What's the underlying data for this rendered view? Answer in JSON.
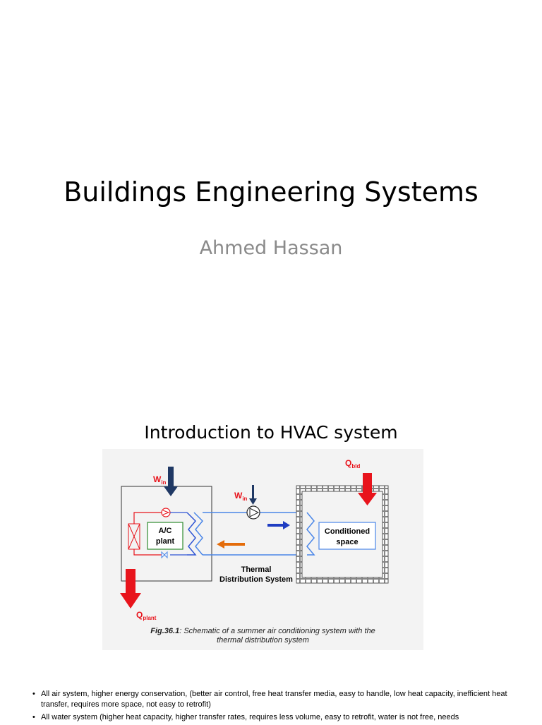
{
  "slide1": {
    "title": "Buildings Engineering Systems",
    "subtitle": "Ahmed Hassan"
  },
  "slide2": {
    "title": "Introduction to HVAC system",
    "figure": {
      "labels": {
        "w_in_left": "W",
        "w_in_left_sub": "in",
        "w_in_mid": "W",
        "w_in_mid_sub": "in",
        "q_bld": "Q",
        "q_bld_sub": "bld",
        "q_plant": "Q",
        "q_plant_sub": "plant",
        "ac_plant_line1": "A/C",
        "ac_plant_line2": "plant",
        "conditioned_line1": "Conditioned",
        "conditioned_line2": "space",
        "thermal_line1": "Thermal",
        "thermal_line2": "Distribution System"
      },
      "caption_bold": "Fig.36.1",
      "caption_rest": ": Schematic of a summer air conditioning system with the",
      "caption_line2": "thermal distribution system",
      "colors": {
        "red_arrow": "#e8141c",
        "dark_blue_arrow": "#1f3864",
        "blue_pipe": "#2f55d4",
        "light_blue_pipe": "#4a86e8",
        "orange_arrow": "#e46c0a",
        "red_pipe": "#e8141c",
        "green_box": "#2e8b2e",
        "label_red": "#e8141c"
      }
    },
    "bullets": [
      "All air system, higher energy conservation, (better air control, free heat transfer media, easy to handle, low heat capacity, inefficient heat transfer, requires more space, not easy to retrofit)",
      "All water system (higher heat capacity, higher transfer rates, requires less volume, easy to retrofit, water is not free, needs"
    ]
  }
}
